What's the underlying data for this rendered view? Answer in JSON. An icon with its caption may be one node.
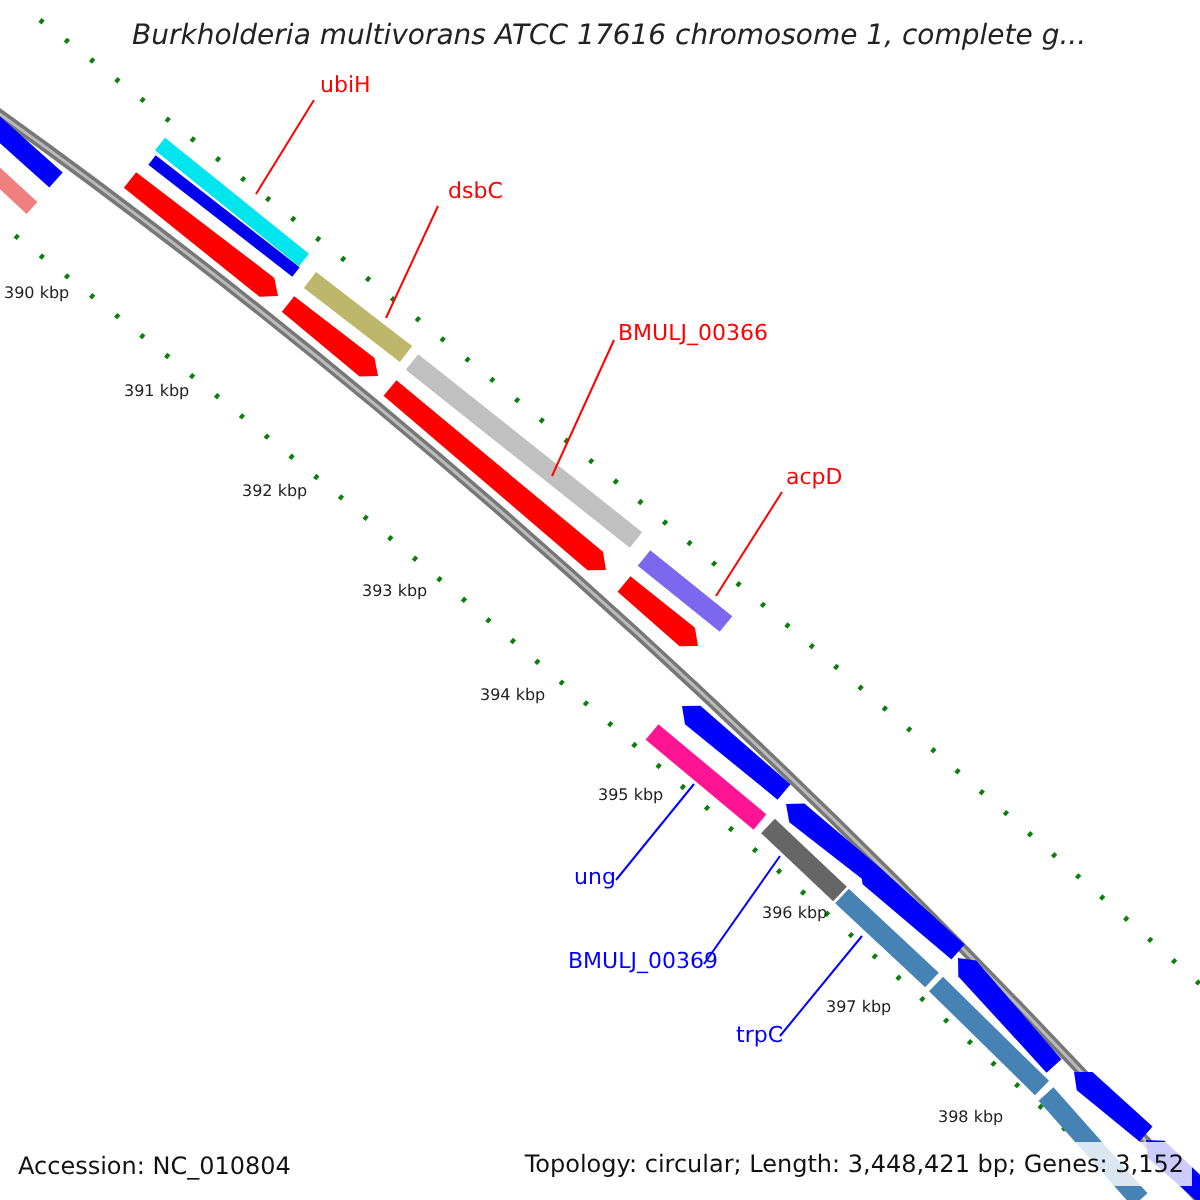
{
  "diagram": {
    "title": "Burkholderia multivorans ATCC 17616 chromosome 1, complete g...",
    "nodes": [
      {
        "text": [
          "ubiH"
        ]
      },
      {
        "text": [],
        "shape": "bar"
      },
      {
        "text": [
          "dsbC"
        ]
      },
      {
        "text": [],
        "shape": "bar"
      },
      {
        "text": [
          "BMULJ_00366"
        ]
      },
      {
        "text": [],
        "shape": "bar"
      },
      {
        "text": [
          "acpD"
        ]
      },
      {
        "text": [],
        "shape": "bar"
      },
      {
        "text": [
          "ung"
        ]
      },
      {
        "text": [],
        "shape": "bar"
      },
      {
        "text": [
          "BMULJ_00369"
        ]
      },
      {
        "text": [],
        "shape": "bar"
      },
      {
        "text": [
          "trpC"
        ]
      },
      {
        "text": [],
        "shape": "bar"
      },
      {
        "text": [],
        "shape": "bar"
      },
      {
        "text": [],
        "shape": "bar"
      },
      {
        "text": [],
        "shape": "bar"
      },
      {
        "text": [],
        "shape": "bar"
      },
      {
        "text": [],
        "shape": "bar"
      },
      {
        "text": [],
        "shape": "bar"
      },
      {
        "text": [],
        "shape": "bar"
      },
      {
        "text": [],
        "shape": "bar"
      },
      {
        "text": [],
        "shape": "bar"
      },
      {
        "text": [],
        "shape": "bar"
      },
      {
        "text": [],
        "shape": "bar"
      },
      {
        "text": [],
        "shape": "bar"
      },
      {
        "text": [],
        "shape": "bar"
      },
      {
        "text": [],
        "shape": "bar"
      },
      {
        "text": [],
        "shape": "bar"
      }
    ],
    "edges": [
      {
        "from": 0,
        "to": 1,
        "arrow": "none"
      },
      {
        "from": 2,
        "to": 3,
        "arrow": "none"
      },
      {
        "from": 4,
        "to": 5,
        "arrow": "none"
      },
      {
        "from": 6,
        "to": 7,
        "arrow": "none"
      },
      {
        "from": 8,
        "to": 9,
        "arrow": "none",
        "color": "#0000ff"
      },
      {
        "from": 10,
        "to": 11,
        "arrow": "none",
        "color": "#0000ff"
      },
      {
        "from": 12,
        "to": 13,
        "arrow": "none",
        "color": "#0000ff"
      }
    ],
    "labels": [
      "390 kbp",
      "391 kbp",
      "392 kbp",
      "393 kbp",
      "394 kbp",
      "395 kbp",
      "396 kbp",
      "397 kbp",
      "398 kbp",
      "Accession: NC_010804",
      "Topology: circular; Length: 3,448,421 bp; Genes: 3,152"
    ]
  }
}
